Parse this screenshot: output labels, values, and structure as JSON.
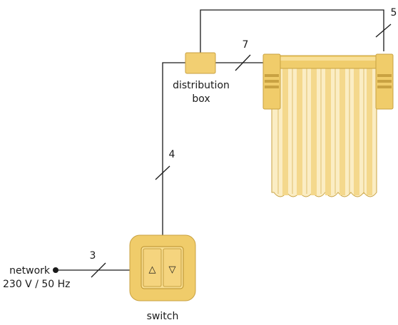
{
  "diagram": {
    "labels": {
      "cable_switch_to_box": "4",
      "cable_network_to_switch": "3",
      "cable_box_to_curtain": "7",
      "cable_box_to_motor": "5",
      "distribution_box_line1": "distribution",
      "distribution_box_line2": "box",
      "switch": "switch",
      "network_line1": "network",
      "network_line2": "230 V / 50 Hz",
      "switch_up_symbol": "△",
      "switch_down_symbol": "▽"
    },
    "colors": {
      "box_fill": "#f2cf72",
      "box_stroke": "#c9a242",
      "curtain_fill": "#fbedc4",
      "curtain_fold": "#f4d88c",
      "rail_fill": "#f0cd6c",
      "switch_fill": "#f0cc6a",
      "line": "#1a1a1a"
    }
  }
}
